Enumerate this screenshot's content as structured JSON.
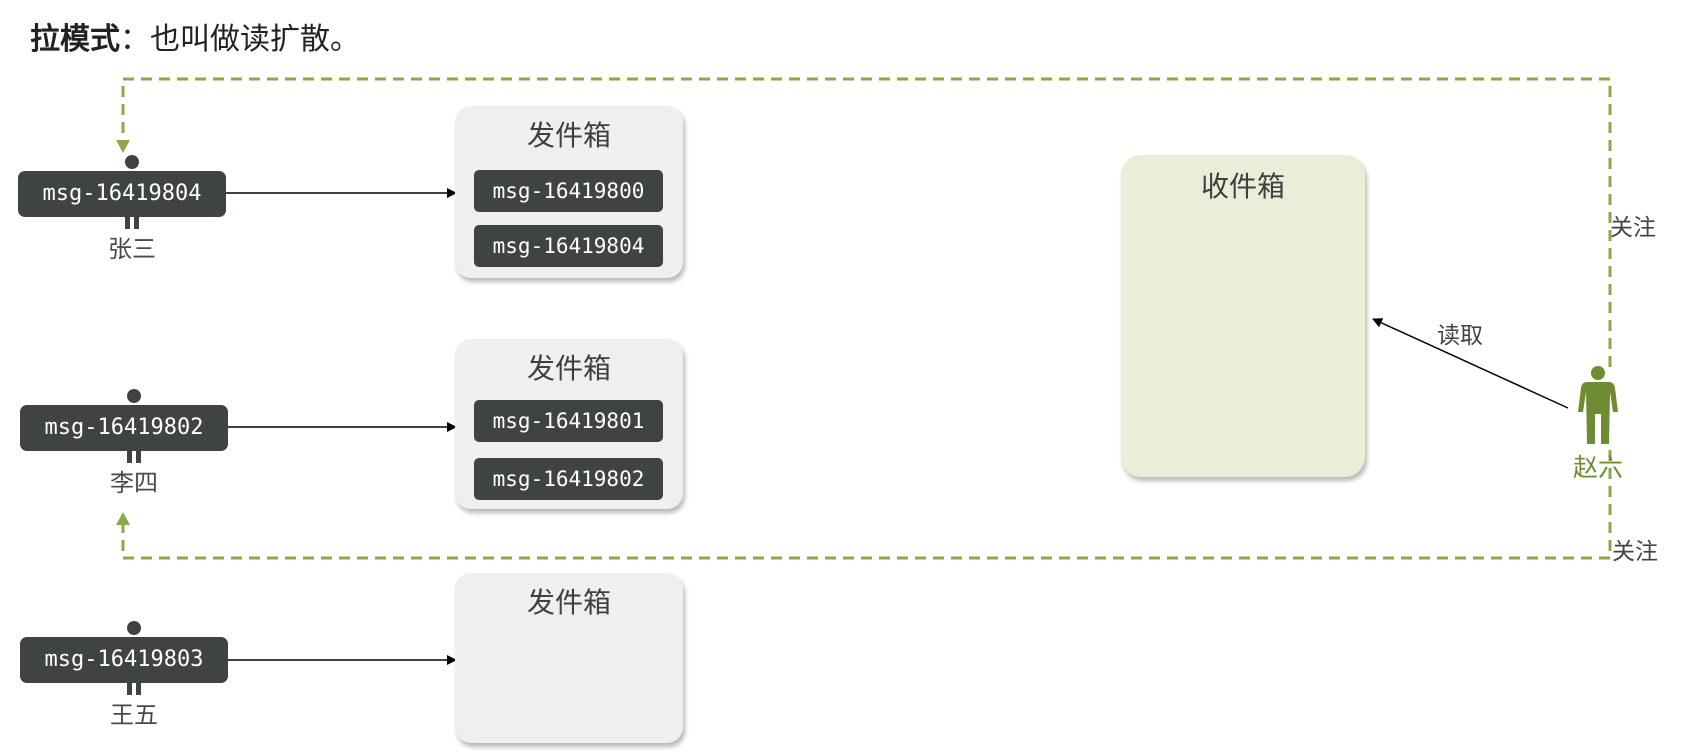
{
  "title": {
    "bold": "拉模式",
    "rest": "：也叫做读扩散。"
  },
  "users": [
    {
      "name": "张三",
      "msg": "msg-16419804"
    },
    {
      "name": "李四",
      "msg": "msg-16419802"
    },
    {
      "name": "王五",
      "msg": "msg-16419803"
    }
  ],
  "outboxes": [
    {
      "title": "发件箱",
      "items": [
        "msg-16419800",
        "msg-16419804"
      ]
    },
    {
      "title": "发件箱",
      "items": [
        "msg-16419801",
        "msg-16419802"
      ]
    },
    {
      "title": "发件箱",
      "items": []
    }
  ],
  "inbox": {
    "title": "收件箱"
  },
  "reader": {
    "name": "赵六",
    "read_label": "读取"
  },
  "follow_labels": [
    "关注",
    "关注"
  ],
  "colors": {
    "dark_box": "#3f4443",
    "outbox_bg": "#efefef",
    "inbox_bg": "#e8eed8",
    "follow_line": "#8aaa4a",
    "person": "#6e8c32"
  }
}
